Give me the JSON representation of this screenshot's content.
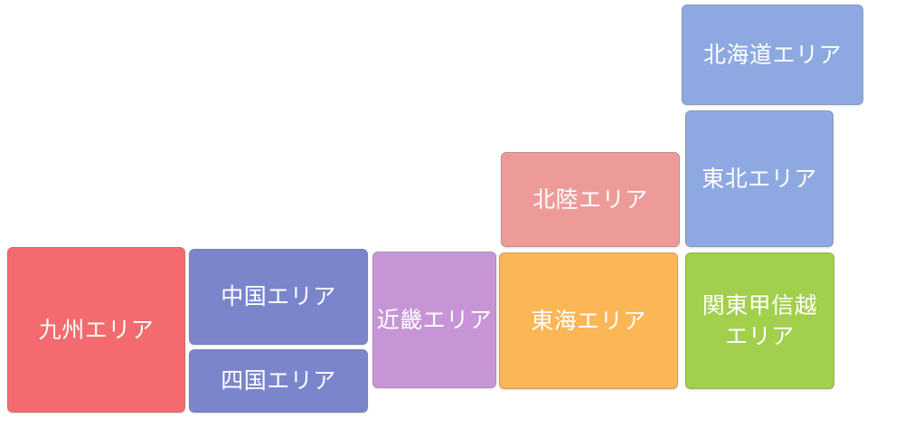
{
  "regions": {
    "kyushu": {
      "label": "九州エリア",
      "color": "#f36b6e"
    },
    "chugoku": {
      "label": "中国エリア",
      "color": "#7b85cc"
    },
    "shikoku": {
      "label": "四国エリア",
      "color": "#7b85cc"
    },
    "kinki": {
      "label": "近畿エリア",
      "color": "#c795d6"
    },
    "hokuriku": {
      "label": "北陸エリア",
      "color": "#ec9b99"
    },
    "tokai": {
      "label": "東海エリア",
      "color": "#fbb656"
    },
    "kanto": {
      "label": "関東甲信越\nエリア",
      "color": "#a2cf4c"
    },
    "tohoku": {
      "label": "東北エリア",
      "color": "#8ea9e1"
    },
    "hokkaido": {
      "label": "北海道エリア",
      "color": "#8ea9e1"
    }
  }
}
